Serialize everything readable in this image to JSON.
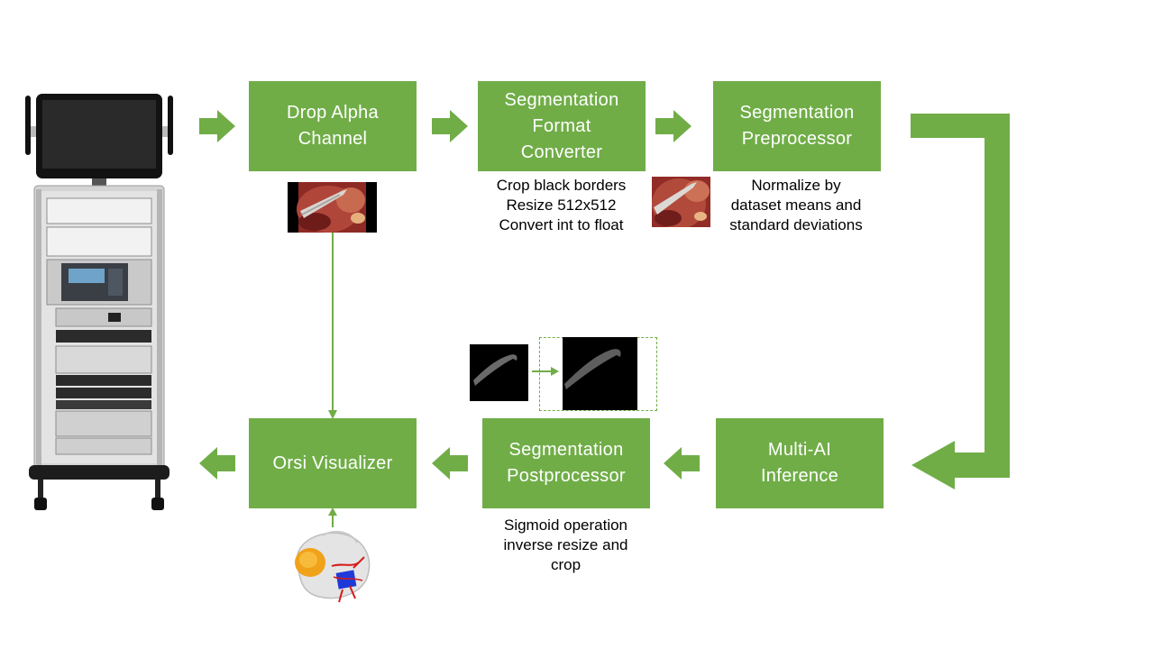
{
  "colors": {
    "accent": "#70ad47",
    "text_on_accent": "#ffffff",
    "note_text": "#000000"
  },
  "nodes": {
    "drop_alpha": {
      "lines": [
        "Drop Alpha",
        "Channel"
      ]
    },
    "format_converter": {
      "lines": [
        "Segmentation",
        "Format",
        "Converter"
      ]
    },
    "preprocessor": {
      "lines": [
        "Segmentation",
        "Preprocessor"
      ]
    },
    "inference": {
      "lines": [
        "Multi-AI",
        "Inference"
      ]
    },
    "postprocessor": {
      "lines": [
        "Segmentation",
        "Postprocessor"
      ]
    },
    "visualizer": {
      "lines": [
        "Orsi Visualizer"
      ]
    }
  },
  "notes": {
    "format_converter": [
      "Crop black borders",
      "Resize 512x512",
      "Convert int to float"
    ],
    "preprocessor": [
      "Normalize by",
      "dataset means and",
      "standard deviations"
    ],
    "postprocessor": [
      "Sigmoid operation",
      "inverse resize and",
      "crop"
    ]
  },
  "images": {
    "device": "medical-tower-cart",
    "frame_input": "surgical-video-frame",
    "frame_cropped": "surgical-video-frame-cropped",
    "mask_small": "segmentation-mask",
    "mask_large": "segmentation-mask-resized",
    "organ_model": "3d-kidney-model"
  }
}
